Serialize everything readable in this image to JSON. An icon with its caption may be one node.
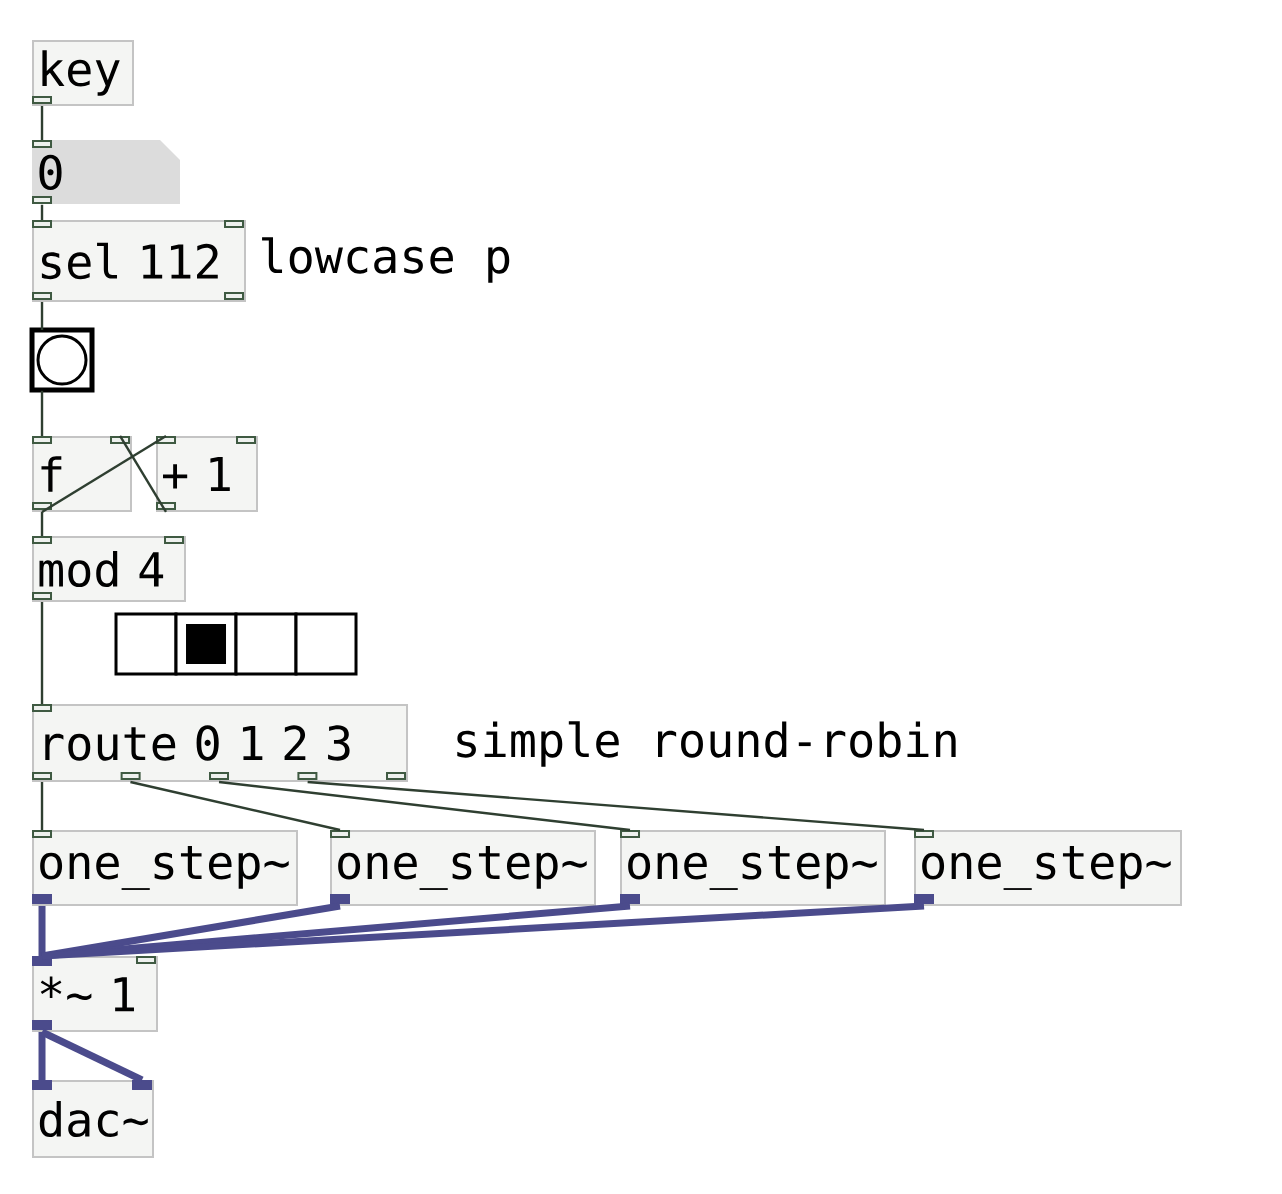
{
  "diagram": {
    "nodes": [
      {
        "text": [
          "key"
        ]
      },
      {
        "text": [
          "0"
        ]
      },
      {
        "text": [
          "sel 112"
        ]
      },
      {
        "text": [],
        "shape": "box"
      },
      {
        "text": [
          "f"
        ]
      },
      {
        "text": [
          "+ 1"
        ]
      },
      {
        "text": [
          "mod 4"
        ]
      },
      {
        "text": [],
        "shape": "box"
      },
      {
        "text": [
          "route 0 1 2 3"
        ]
      },
      {
        "text": [
          "one_step~"
        ]
      },
      {
        "text": [
          "one_step~"
        ]
      },
      {
        "text": [
          "one_step~"
        ]
      },
      {
        "text": [
          "one_step~"
        ]
      },
      {
        "text": [
          "*~ 1"
        ]
      },
      {
        "text": [
          "dac~"
        ]
      }
    ],
    "edges": [
      {
        "from": 0,
        "to": 1,
        "arrow": "none"
      },
      {
        "from": 1,
        "to": 2,
        "arrow": "none"
      },
      {
        "from": 2,
        "to": 3,
        "arrow": "none"
      },
      {
        "from": 3,
        "to": 4,
        "arrow": "none"
      },
      {
        "from": 4,
        "to": 5,
        "arrow": "none"
      },
      {
        "from": 5,
        "to": 4,
        "arrow": "none"
      },
      {
        "from": 4,
        "to": 6,
        "arrow": "none"
      },
      {
        "from": 6,
        "to": 8,
        "arrow": "none"
      },
      {
        "from": 8,
        "to": 9,
        "arrow": "none"
      },
      {
        "from": 8,
        "to": 10,
        "arrow": "none"
      },
      {
        "from": 8,
        "to": 11,
        "arrow": "none"
      },
      {
        "from": 8,
        "to": 12,
        "arrow": "none"
      },
      {
        "from": 9,
        "to": 13,
        "arrow": "none",
        "style": "thick",
        "color": "#4b4b8c"
      },
      {
        "from": 10,
        "to": 13,
        "arrow": "none",
        "style": "thick",
        "color": "#4b4b8c"
      },
      {
        "from": 11,
        "to": 13,
        "arrow": "none",
        "style": "thick",
        "color": "#4b4b8c"
      },
      {
        "from": 12,
        "to": 13,
        "arrow": "none",
        "style": "thick",
        "color": "#4b4b8c"
      },
      {
        "from": 13,
        "to": 14,
        "arrow": "none",
        "style": "thick",
        "color": "#4b4b8c"
      },
      {
        "from": 13,
        "to": 14,
        "arrow": "none",
        "style": "thick",
        "color": "#4b4b8c"
      }
    ],
    "labels": [
      "lowcase p",
      "simple round-robin"
    ]
  }
}
